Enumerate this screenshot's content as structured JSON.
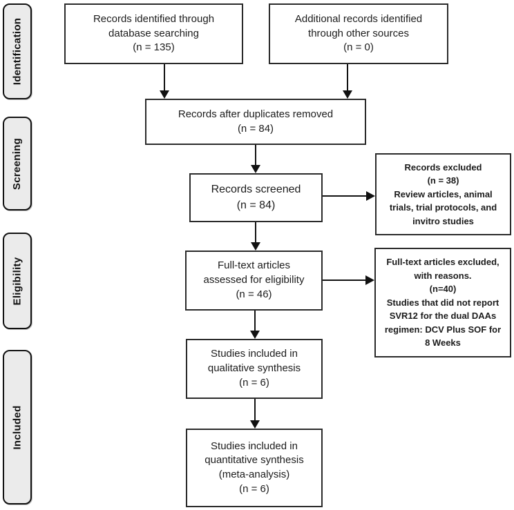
{
  "sidebar": {
    "identification": "Identification",
    "screening": "Screening",
    "eligibility": "Eligibility",
    "included": "Included"
  },
  "boxes": {
    "database": "Records identified through\ndatabase searching\n(n = 135)",
    "other_sources": "Additional records identified\nthrough other sources\n(n = 0)",
    "duplicates_removed": "Records after duplicates removed\n(n = 84)",
    "screened": "Records screened\n(n = 84)",
    "records_excluded": "Records excluded\n(n = 38)\nReview articles, animal\ntrials, trial protocols, and\ninvitro studies",
    "fulltext_assessed": "Full-text articles\nassessed for eligibility\n(n =  46)",
    "fulltext_excluded": "Full-text articles excluded,\nwith reasons.\n(n=40)\nStudies that did not report\nSVR12 for the dual DAAs\nregimen: DCV Plus SOF for\n8 Weeks",
    "qualitative_synthesis": "Studies included in\nqualitative synthesis\n(n = 6)",
    "quantitative_synthesis": "Studies included in\nquantitative synthesis\n(meta-analysis)\n(n = 6)"
  },
  "counts": {
    "identified_database": 135,
    "identified_other": 0,
    "after_duplicates": 84,
    "screened": 84,
    "records_excluded": 38,
    "fulltext_assessed": 46,
    "fulltext_excluded": 40,
    "qualitative": 6,
    "quantitative": 6
  }
}
